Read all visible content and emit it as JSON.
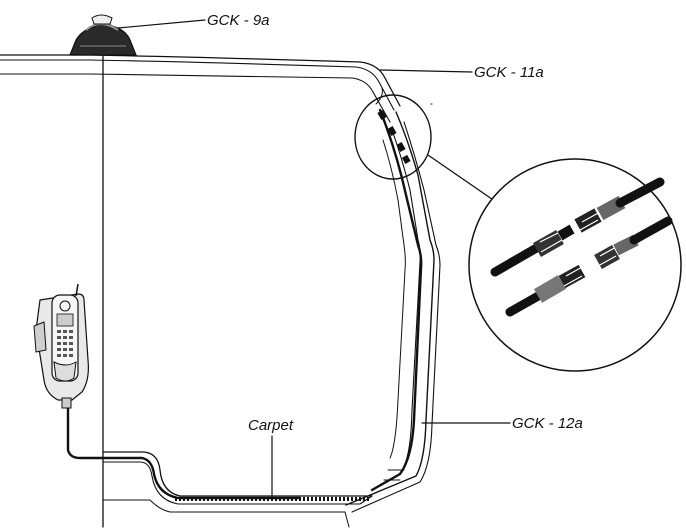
{
  "labels": {
    "antenna": "GCK - 9a",
    "roof_cable": "GCK - 11a",
    "pillar_cable": "GCK - 12a",
    "carpet": "Carpet"
  },
  "icons": [
    "antenna-icon",
    "phone-cradle-icon",
    "connector-detail-icon"
  ],
  "colors": {
    "ink": "#111111",
    "background": "#ffffff"
  }
}
